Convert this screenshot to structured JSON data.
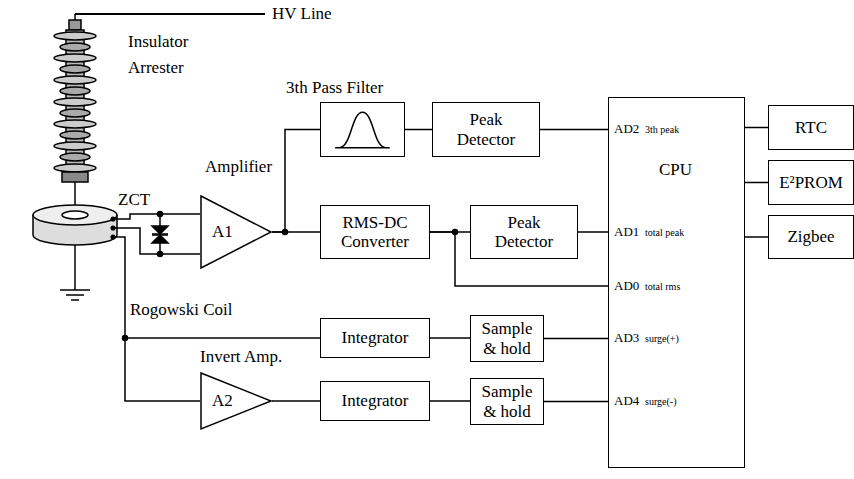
{
  "diagram": {
    "nodes": [
      {
        "text": [
          "3th Pass Filter"
        ]
      },
      {
        "text": [
          "Peak Detector"
        ]
      },
      {
        "text": [
          "Amplifier",
          "A1"
        ]
      },
      {
        "text": [
          "RMS-DC Converter"
        ]
      },
      {
        "text": [
          "Peak Detector"
        ]
      },
      {
        "text": [
          "CPU",
          "AD2",
          "3th peak",
          "AD1",
          "total peak",
          "AD0",
          "total rms",
          "AD3",
          "surge(+)",
          "AD4",
          "surge(-)"
        ]
      },
      {
        "text": [
          "RTC"
        ]
      },
      {
        "text": [
          "E²PROM"
        ]
      },
      {
        "text": [
          "Zigbee"
        ]
      },
      {
        "text": [
          "Integrator"
        ]
      },
      {
        "text": [
          "Sample & hold"
        ]
      },
      {
        "text": [
          "Invert Amp.",
          "A2"
        ]
      },
      {
        "text": [
          "Integrator"
        ]
      },
      {
        "text": [
          "Sample & hold"
        ]
      }
    ],
    "edges": [
      {
        "from": 2,
        "to": 0,
        "arrow": "none"
      },
      {
        "from": 0,
        "to": 1,
        "arrow": "none"
      },
      {
        "from": 1,
        "to": 5,
        "arrow": "none"
      },
      {
        "from": 2,
        "to": 3,
        "arrow": "none"
      },
      {
        "from": 3,
        "to": 4,
        "arrow": "none"
      },
      {
        "from": 4,
        "to": 5,
        "arrow": "none"
      },
      {
        "from": 3,
        "to": 5,
        "arrow": "none"
      },
      {
        "from": 9,
        "to": 10,
        "arrow": "none"
      },
      {
        "from": 10,
        "to": 5,
        "arrow": "none"
      },
      {
        "from": 11,
        "to": 12,
        "arrow": "none"
      },
      {
        "from": 12,
        "to": 13,
        "arrow": "none"
      },
      {
        "from": 13,
        "to": 5,
        "arrow": "none"
      },
      {
        "from": 5,
        "to": 6,
        "arrow": "none"
      },
      {
        "from": 5,
        "to": 7,
        "arrow": "none"
      },
      {
        "from": 5,
        "to": 8,
        "arrow": "none"
      }
    ],
    "labels": [
      "HV Line",
      "Insulator",
      "Arrester",
      "ZCT",
      "Rogowski Coil"
    ]
  }
}
